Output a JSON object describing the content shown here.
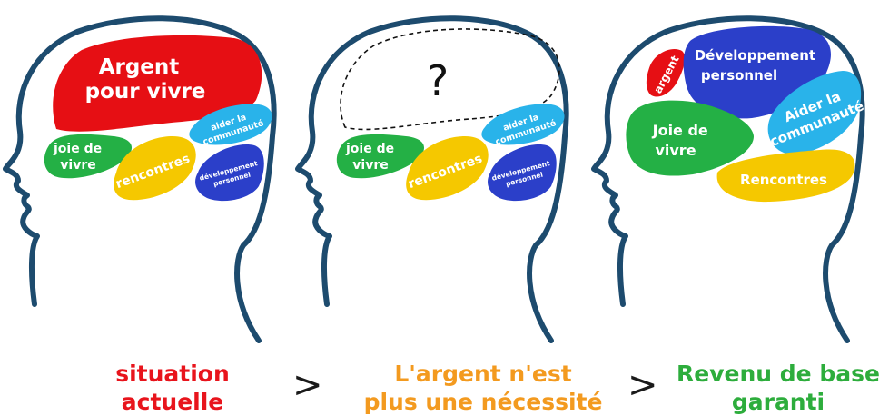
{
  "colors": {
    "outline": "#1d4b6e",
    "red": "#e60f14",
    "green": "#24b045",
    "yellow": "#f5c800",
    "light_blue": "#29b3ea",
    "dark_blue": "#2b3fc9",
    "caption_red": "#e8141c",
    "caption_orange": "#f39a1f",
    "caption_green": "#2dad3c"
  },
  "heads": [
    {
      "labels": {
        "argent": [
          "Argent",
          "pour vivre"
        ],
        "joie": [
          "joie de",
          "vivre"
        ],
        "rencontres": "rencontres",
        "aider": [
          "aider la",
          "communauté"
        ],
        "developpement": [
          "développement",
          "personnel"
        ]
      },
      "caption": [
        "situation",
        "actuelle"
      ]
    },
    {
      "labels": {
        "question": "?",
        "joie": [
          "joie de",
          "vivre"
        ],
        "rencontres": "rencontres",
        "aider": [
          "aider la",
          "communauté"
        ],
        "developpement": [
          "développement",
          "personnel"
        ]
      },
      "caption": [
        "L'argent n'est",
        "plus une nécessité"
      ]
    },
    {
      "labels": {
        "argent": "argent",
        "developpement": [
          "Développement",
          "personnel"
        ],
        "aider": [
          "Aider la",
          "communauté"
        ],
        "joie": [
          "Joie de",
          "vivre"
        ],
        "rencontres": "Rencontres"
      },
      "caption": [
        "Revenu de base",
        "garanti"
      ]
    }
  ],
  "separators": [
    ">",
    ">"
  ]
}
